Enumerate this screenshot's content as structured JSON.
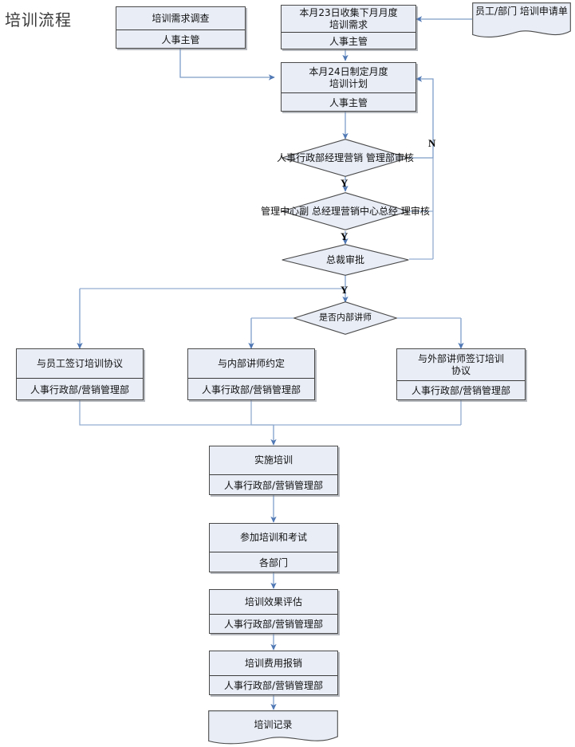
{
  "diagram": {
    "title": "培训流程",
    "type": "flowchart",
    "colors": {
      "node_fill": "#e8edf6",
      "node_border": "#4a4a4a",
      "connector": "#5b7fb8",
      "connector_light": "#9db6d4",
      "text": "#111111",
      "background": "#ffffff"
    }
  },
  "nodes": {
    "n1": {
      "id": "n1",
      "shape": "process",
      "title": "培训需求调查",
      "owner": "人事主管"
    },
    "n2": {
      "id": "n2",
      "shape": "process",
      "title": "本月23日收集下月月度培训需求",
      "title_l1": "本月23日收集下月月度",
      "title_l2": "培训需求",
      "owner": "人事主管"
    },
    "n3": {
      "id": "n3",
      "shape": "document",
      "title_l1": "员工/部门",
      "title_l2": "培训申请单"
    },
    "n4": {
      "id": "n4",
      "shape": "process",
      "title": "本月24日制定月度培训计划",
      "title_l1": "本月24日制定月度",
      "title_l2": "培训计划",
      "owner": "人事主管"
    },
    "n5": {
      "id": "n5",
      "shape": "decision",
      "title": "人事行政部经理营销管理部审核",
      "title_l1": "人事行政部经理营销",
      "title_l2": "管理部审核"
    },
    "n6": {
      "id": "n6",
      "shape": "decision",
      "title": "管理中心副总经理营销中心总经理审核",
      "title_l1": "管理中心副",
      "title_l2": "总经理营销中心总经",
      "title_l3": "理审核"
    },
    "n7": {
      "id": "n7",
      "shape": "decision",
      "title": "总裁审批"
    },
    "n8": {
      "id": "n8",
      "shape": "decision",
      "title": "是否内部讲师"
    },
    "n9": {
      "id": "n9",
      "shape": "process",
      "title": "与员工签订培训协议",
      "owner": "人事行政部/营销管理部"
    },
    "n10": {
      "id": "n10",
      "shape": "process",
      "title": "与内部讲师约定",
      "owner": "人事行政部/营销管理部"
    },
    "n11": {
      "id": "n11",
      "shape": "process",
      "title": "与外部讲师签订培训协议",
      "title_l1": "与外部讲师签订培训",
      "title_l2": "协议",
      "owner": "人事行政部/营销管理部"
    },
    "n12": {
      "id": "n12",
      "shape": "process",
      "title": "实施培训",
      "owner": "人事行政部/营销管理部"
    },
    "n13": {
      "id": "n13",
      "shape": "process",
      "title": "参加培训和考试",
      "owner": "各部门"
    },
    "n14": {
      "id": "n14",
      "shape": "process",
      "title": "培训效果评估",
      "owner": "人事行政部/营销管理部"
    },
    "n15": {
      "id": "n15",
      "shape": "process",
      "title": "培训费用报销",
      "owner": "人事行政部/营销管理部"
    },
    "n16": {
      "id": "n16",
      "shape": "document",
      "title": "培训记录"
    }
  },
  "flags": {
    "n5_no": "N",
    "n5_yes": "Y",
    "n6_yes": "Y",
    "n7_yes": "Y"
  }
}
